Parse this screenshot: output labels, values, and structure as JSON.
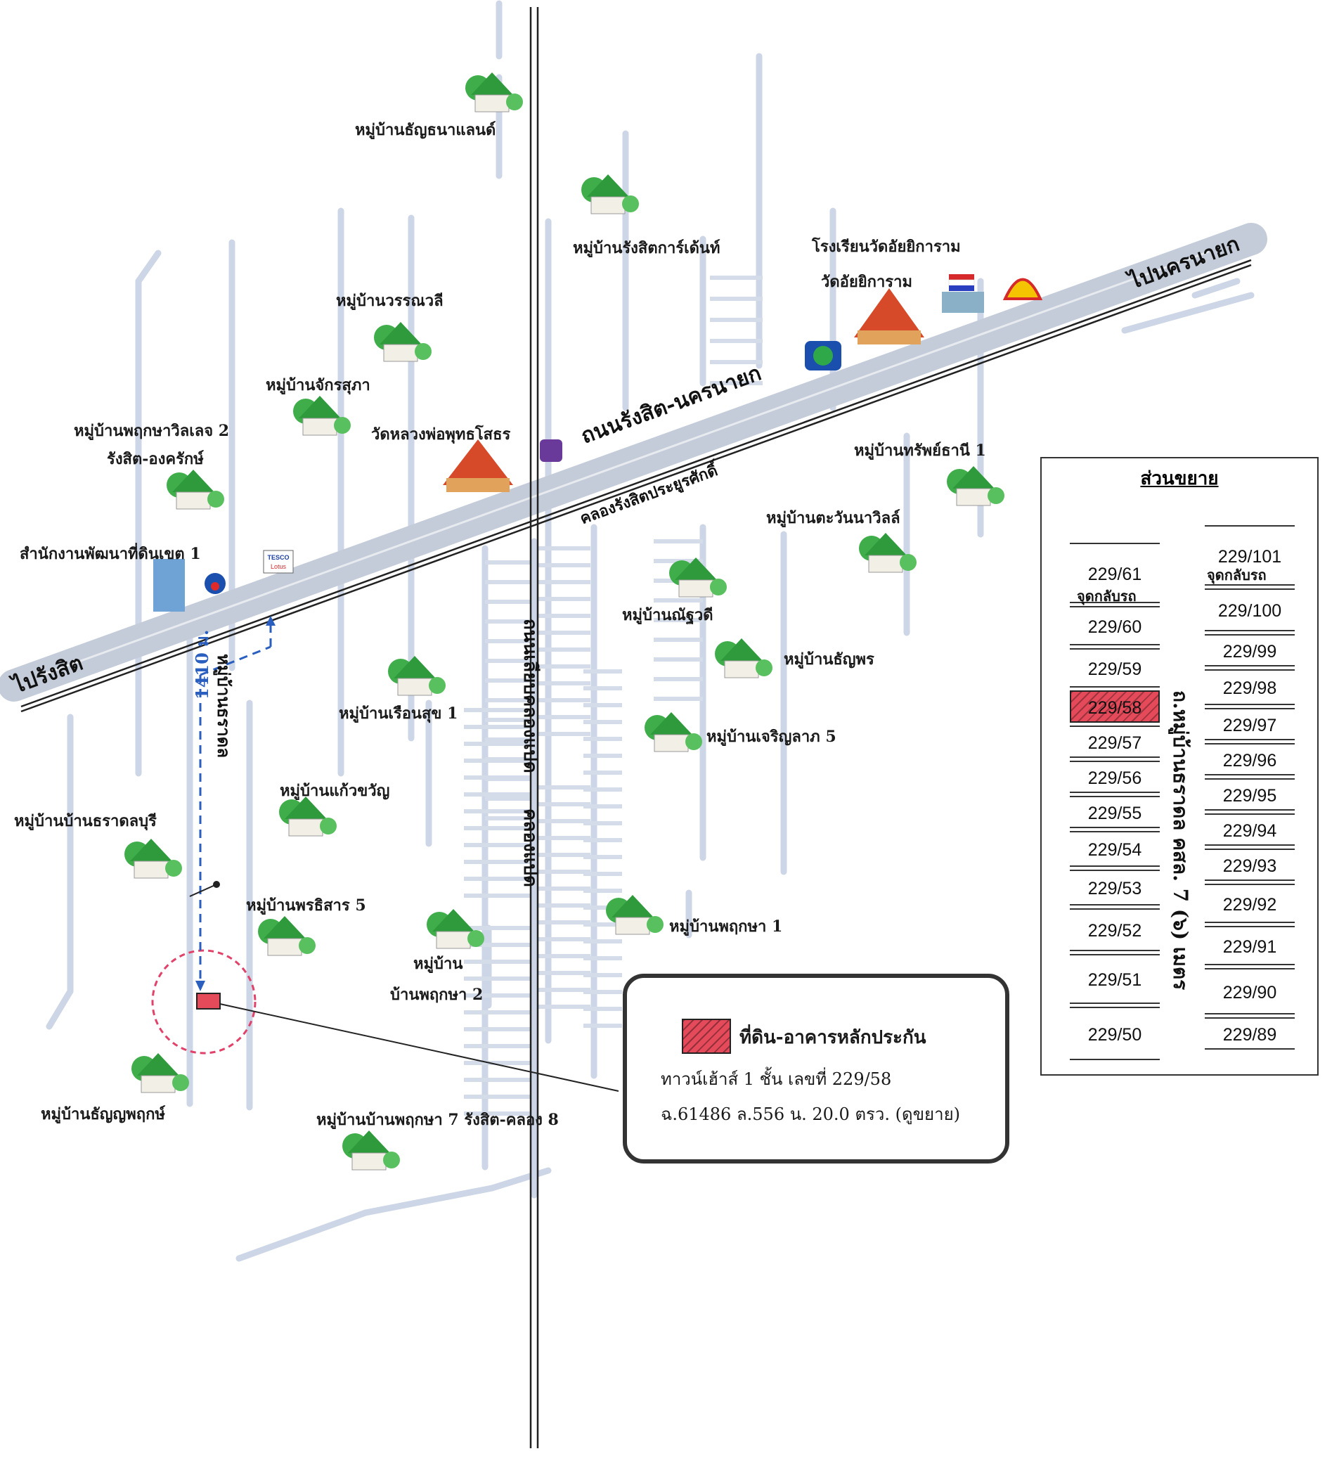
{
  "map": {
    "villages": [
      {
        "name": "หมู่บ้านธัญธนาแลนด์"
      },
      {
        "name": "หมู่บ้านรังสิตการ์เด้นท์"
      },
      {
        "name": "หมู่บ้านวรรณวลี"
      },
      {
        "name": "หมู่บ้านจักรสุภา"
      },
      {
        "name": "หมู่บ้านพฤกษาวิลเลจ 2"
      },
      {
        "name": "รังสิต-องครักษ์"
      },
      {
        "name": "หมู่บ้านทรัพย์ธานี 1"
      },
      {
        "name": "หมู่บ้านตะวันนาวิลล์"
      },
      {
        "name": "หมู่บ้านณัฐวดี"
      },
      {
        "name": "หมู่บ้านธัญพร"
      },
      {
        "name": "หมู่บ้านเรือนสุข 1"
      },
      {
        "name": "หมู่บ้านเจริญลาภ 5"
      },
      {
        "name": "หมู่บ้านแก้วขวัญ"
      },
      {
        "name": "หมู่บ้านบ้านธราดลบุรี"
      },
      {
        "name": "หมู่บ้านพรธิสาร 5"
      },
      {
        "name": "หมู่บ้านพฤกษา 1"
      },
      {
        "name": "หมู่บ้าน"
      },
      {
        "name": "บ้านพฤกษา 2"
      },
      {
        "name": "หมู่บ้านธัญญพฤกษ์"
      },
      {
        "name": "หมู่บ้านบ้านพฤกษา 7 รังสิต-คลอง 8"
      }
    ],
    "landmarks": {
      "school": "โรงเรียนวัดอัยยิการาม",
      "temple1": "วัดอัยยิการาม",
      "temple2": "วัดหลวงพ่อพุทธโสธร",
      "land_office": "สำนักงานพัฒนาที่ดินเขต 1",
      "tesco_line1": "TESCO",
      "tesco_line2": "Lotus"
    },
    "roads": {
      "main_road": "ถนนรังสิต-นครนายก",
      "canal": "คลองรังสิตประยูรศักดิ์",
      "to_rangsit": "ไปรังสิต",
      "to_nakhon_nayok": "ไปนครนายก",
      "klong8_road": "ถนนเลียบคลองแปด",
      "klong8": "คลองแปด",
      "soi": "หมู่บ้านธราดล",
      "distance": "1410 ม."
    }
  },
  "legend": {
    "title": "ที่ดิน-อาคารหลักประกัน",
    "line1": "ทาวน์เฮ้าส์  1 ชั้น   เลขที่ 229/58",
    "line2": "ฉ.61486  ล.556  น. 20.0 ตรว.  (ดูขยาย)"
  },
  "enlargement": {
    "title": "ส่วนขยาย",
    "u_turn": "จุดกลับรถ",
    "road_label": "ถ.หมู่บ้านธราดล    คสล. 7 (๖) เมตร",
    "left_lots": [
      "229/61",
      "229/60",
      "229/59",
      "229/58",
      "229/57",
      "229/56",
      "229/55",
      "229/54",
      "229/53",
      "229/52",
      "229/51",
      "229/50"
    ],
    "right_lots": [
      "229/101",
      "229/100",
      "229/99",
      "229/98",
      "229/97",
      "229/96",
      "229/95",
      "229/94",
      "229/93",
      "229/92",
      "229/91",
      "229/90",
      "229/89"
    ],
    "highlight_lot": "229/58"
  },
  "colors": {
    "road_fill": "#c4ccd9",
    "minor_road": "#cdd6e6",
    "canal_line": "#222222",
    "subject_marker": "#e44a5a",
    "route_arrow": "#2a5fbf",
    "circle": "#e0426a"
  }
}
